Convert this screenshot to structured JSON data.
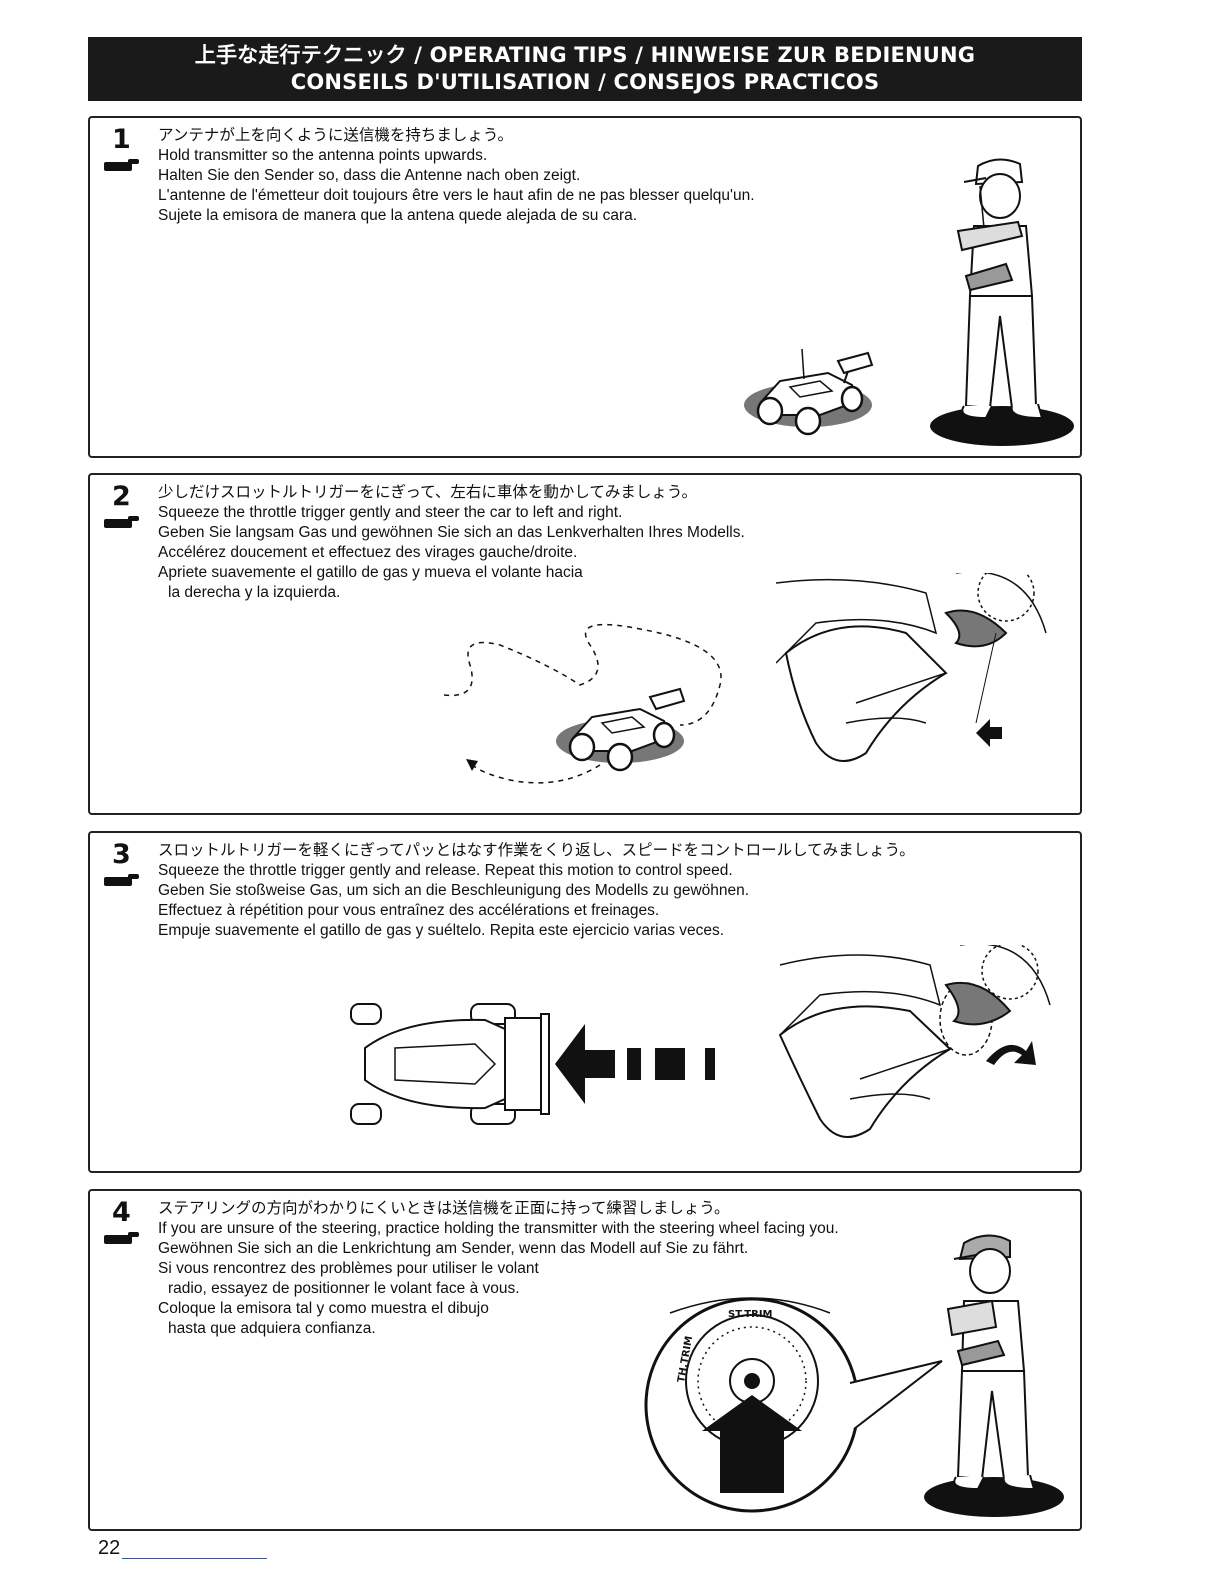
{
  "header": {
    "line1": "上手な走行テクニック / OPERATING TIPS / HINWEISE ZUR BEDIENUNG",
    "line2": "CONSEILS D'UTILISATION / CONSEJOS PRACTICOS"
  },
  "steps": [
    {
      "number": "1",
      "ja": "アンテナが上を向くように送信機を持ちましょう。",
      "en": "Hold transmitter so the antenna points upwards.",
      "de": "Halten Sie den Sender so, dass die Antenne nach oben zeigt.",
      "fr": "L'antenne de l'émetteur doit toujours être vers le haut afin de ne pas blesser quelqu'un.",
      "es": "Sujete la emisora de manera que la antena quede alejada de su cara."
    },
    {
      "number": "2",
      "ja": "少しだけスロットルトリガーをにぎって、左右に車体を動かしてみましょう。",
      "en": "Squeeze the throttle trigger gently and steer the car to left and right.",
      "de": "Geben Sie langsam Gas und gewöhnen Sie sich an das Lenkverhalten Ihres Modells.",
      "fr": "Accélérez doucement et effectuez des virages gauche/droite.",
      "es1": "Apriete suavemente el gatillo de gas y mueva el volante hacia",
      "es2": "la derecha y la izquierda."
    },
    {
      "number": "3",
      "ja": "スロットルトリガーを軽くにぎってパッとはなす作業をくり返し、スピードをコントロールしてみましょう。",
      "en": "Squeeze the throttle trigger gently and release.  Repeat this motion to control speed.",
      "de": "Geben Sie stoßweise Gas, um sich an die Beschleunigung des Modells zu gewöhnen.",
      "fr": "Effectuez à répétition pour vous entraînez des accélérations et freinages.",
      "es": "Empuje suavemente el gatillo de gas y suéltelo.  Repita este ejercicio varias veces."
    },
    {
      "number": "4",
      "ja": "ステアリングの方向がわかりにくいときは送信機を正面に持って練習しましょう。",
      "en": "If you are unsure of the steering, practice holding the transmitter with the steering wheel facing you.",
      "de": "Gewöhnen Sie sich an die Lenkrichtung am Sender, wenn das Modell auf Sie zu fährt.",
      "fr1": "Si vous rencontrez des problèmes pour utiliser le volant",
      "fr2": "radio, essayez de positionner le volant face à vous.",
      "es1": "Coloque la emisora tal y como muestra el dibujo",
      "es2": "hasta que adquiera confianza.",
      "label_st_trim": "ST.TRIM",
      "label_th_trim": "TH.TRIM"
    }
  ],
  "footer": {
    "page_number": "22"
  }
}
